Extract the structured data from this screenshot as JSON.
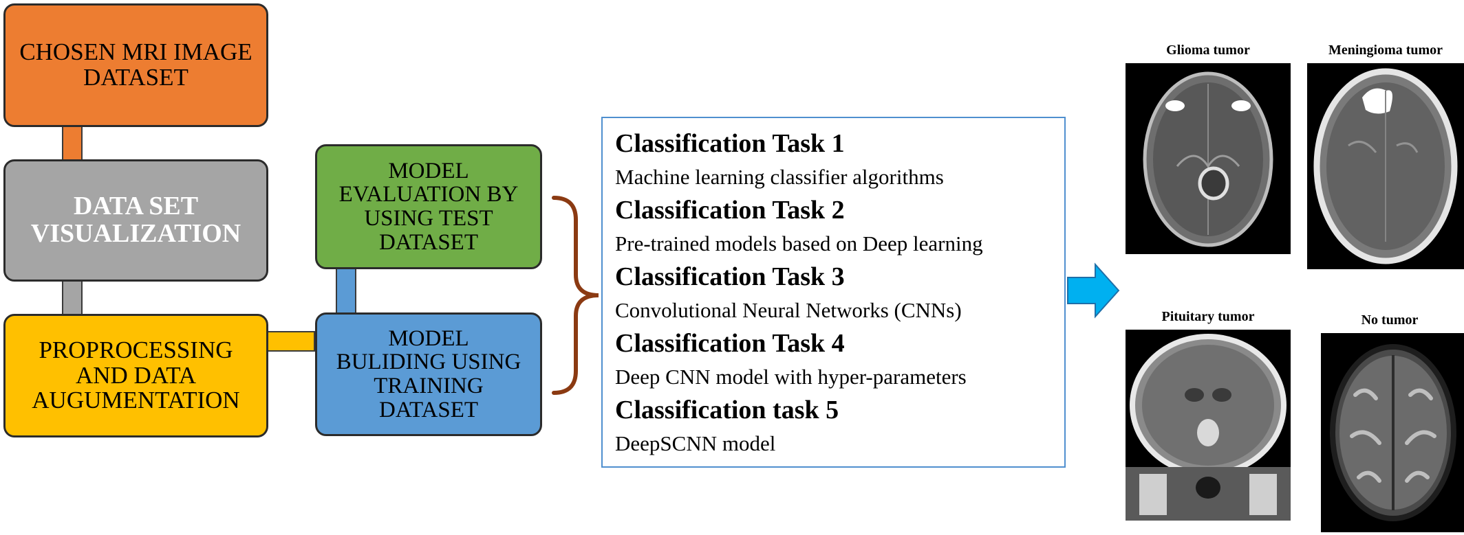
{
  "flow": {
    "dataset_box": "CHOSEN MRI IMAGE\nDATASET",
    "visualization_box": "DATA SET\nVISUALIZATION",
    "preprocessing_box": "PROPROCESSING\nAND DATA\nAUGUMENTATION",
    "evaluation_box": "MODEL\nEVALUATION BY\nUSING TEST\nDATASET",
    "building_box": "MODEL\nBULIDING USING\nTRAINING\nDATASET"
  },
  "tasks": [
    {
      "title": "Classification Task 1",
      "desc": "Machine learning classifier algorithms"
    },
    {
      "title": "Classification Task 2",
      "desc": "Pre-trained models based on Deep learning"
    },
    {
      "title": "Classification Task 3",
      "desc": "Convolutional Neural Networks (CNNs)"
    },
    {
      "title": "Classification Task 4",
      "desc": "Deep CNN model with hyper-parameters"
    },
    {
      "title": "Classification task 5",
      "desc": "DeepSCNN model"
    }
  ],
  "mri_images": {
    "glioma": "Glioma tumor",
    "meningioma": "Meningioma tumor",
    "pituitary": "Pituitary tumor",
    "no_tumor": "No tumor"
  },
  "colors": {
    "orange": "#ed7d31",
    "gray": "#a5a5a5",
    "yellow": "#ffc000",
    "green": "#70ad47",
    "blue": "#5b9bd5",
    "brace": "#8b3a12",
    "arrow": "#00b0f0"
  }
}
